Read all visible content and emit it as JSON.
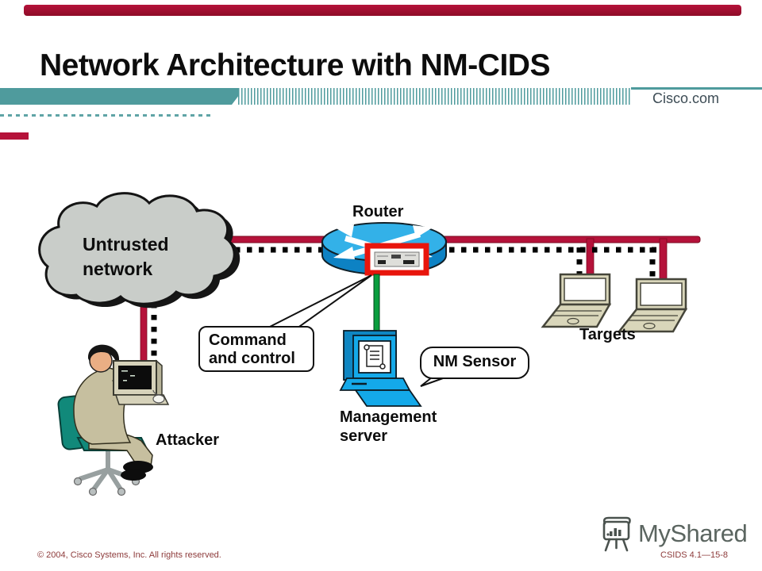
{
  "slide": {
    "title": "Network Architecture with NM-CIDS",
    "brand": "Cisco.com"
  },
  "diagram": {
    "router_label": "Router",
    "untrusted_line1": "Untrusted",
    "untrusted_line2": "network",
    "command_control_line1": "Command",
    "command_control_line2": "and control",
    "nm_sensor_label": "NM Sensor",
    "management_line1": "Management",
    "management_line2": "server",
    "targets_label": "Targets",
    "attacker_label": "Attacker"
  },
  "footer": {
    "copyright": "© 2004, Cisco Systems, Inc. All rights reserved.",
    "slide_code": "CSIDS 4.1—15-8"
  },
  "watermark": {
    "label": "MyShared"
  },
  "colors": {
    "accent_teal": "#4f9b9d",
    "backbone_red": "#b5123a",
    "highlight_box_red": "#e8150c",
    "control_green": "#0a9e3e",
    "router_blue": "#33b1e8",
    "device_cyan": "#14a9e9",
    "cloud_gray": "#c9cdc9",
    "laptop_beige": "#d9d6ba",
    "footer_text": "#8d3b3b"
  }
}
